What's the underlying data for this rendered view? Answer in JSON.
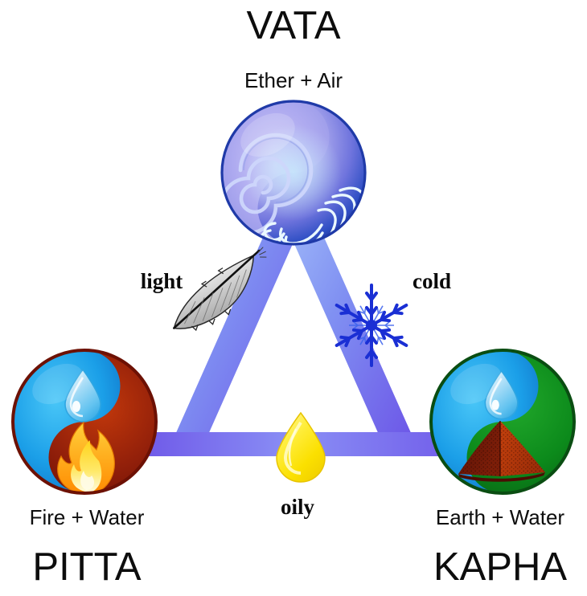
{
  "diagram": {
    "title": "Ayurveda Three Doshas Triangle",
    "background_color": "#ffffff"
  },
  "doshas": [
    {
      "id": "vata",
      "name": "VATA",
      "elements": "Ether  +  Air",
      "position": "top",
      "sphere_colors": {
        "outer": "#2f4fc4",
        "inner": "#b9b6f2",
        "highlight": "#cfe9fb"
      },
      "symbols": [
        "ether-spiral-icon",
        "air-wind-icon"
      ]
    },
    {
      "id": "pitta",
      "name": "PITTA",
      "elements": "Fire  +  Water",
      "position": "bottom-left",
      "sphere_colors": {
        "water_half": "#1b9fe8",
        "fire_half": "#8d1405",
        "rim": "#7a1205"
      },
      "symbols": [
        "water-drop-icon",
        "flame-icon"
      ]
    },
    {
      "id": "kapha",
      "name": "KAPHA",
      "elements": "Earth  +  Water",
      "position": "bottom-right",
      "sphere_colors": {
        "water_half": "#1b9fe8",
        "earth_half": "#0c8a1b",
        "rim": "#0a4d12"
      },
      "symbols": [
        "water-drop-icon",
        "earth-mound-icon"
      ]
    }
  ],
  "qualities": [
    {
      "id": "light",
      "label": "light",
      "icon": "feather-icon",
      "edge": "vata-pitta",
      "icon_color": "#b9b9b9"
    },
    {
      "id": "cold",
      "label": "cold",
      "icon": "snowflake-icon",
      "edge": "vata-kapha",
      "icon_color": "#1a2fd4"
    },
    {
      "id": "oily",
      "label": "oily",
      "icon": "oil-drop-icon",
      "edge": "pitta-kapha",
      "icon_color": "#f5e21a"
    }
  ],
  "triangle": {
    "name": "dosha-triangle",
    "gradient_from": "#8fb6f7",
    "gradient_to": "#6a4fe6",
    "stroke_width": 30
  }
}
